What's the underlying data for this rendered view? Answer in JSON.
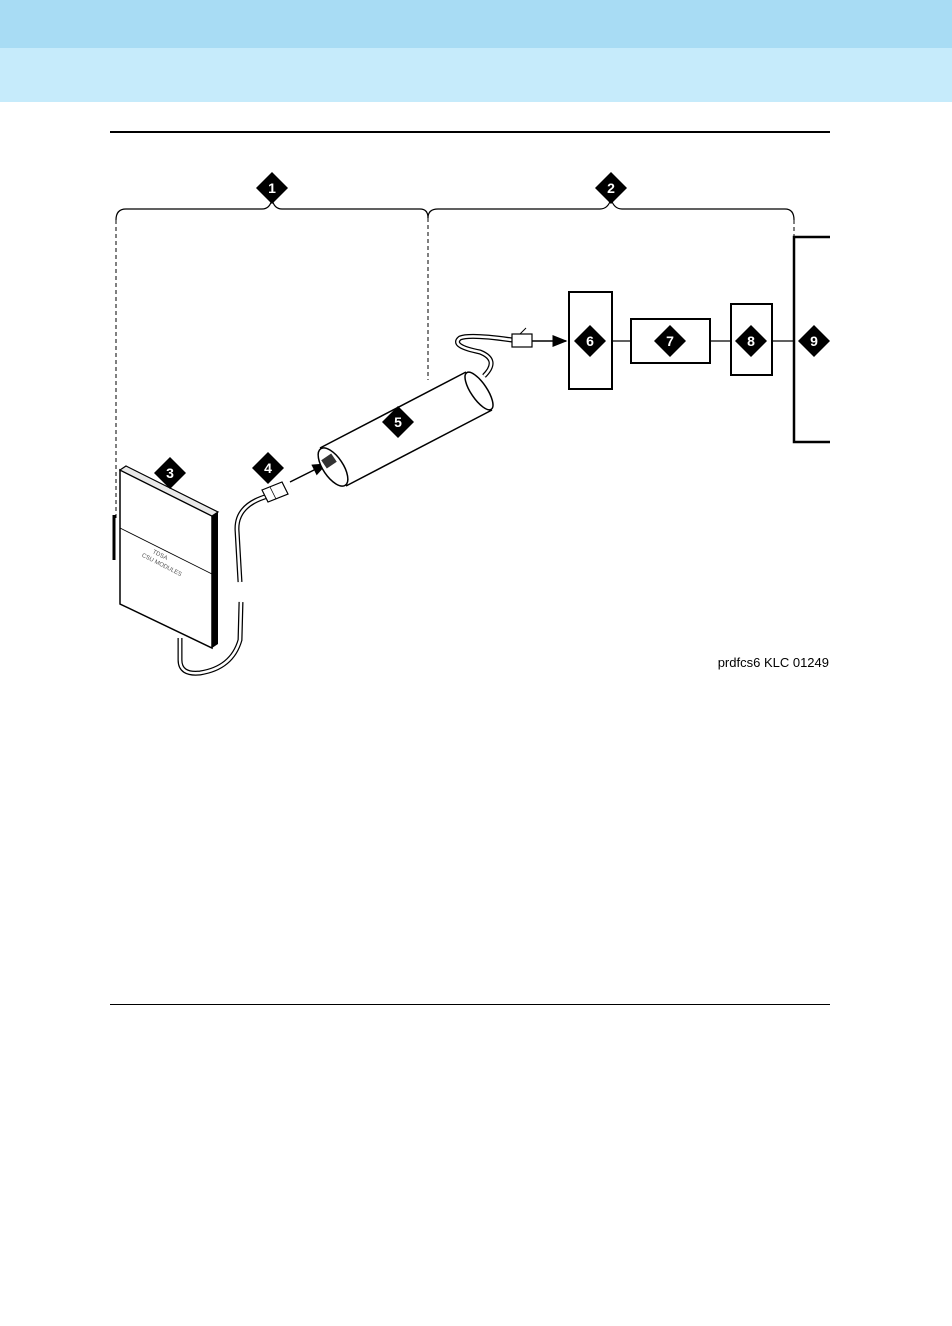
{
  "header": {
    "band_top_color": "#a8dcf4",
    "band_bottom_color": "#c6ebfb"
  },
  "figure": {
    "callouts": [
      "1",
      "2",
      "3",
      "4",
      "5",
      "6",
      "7",
      "8",
      "9"
    ],
    "figure_id": "prdfcs6 KLC 01249",
    "module_label_line1": "TDSA",
    "module_label_line2": "CSU MODULES"
  }
}
